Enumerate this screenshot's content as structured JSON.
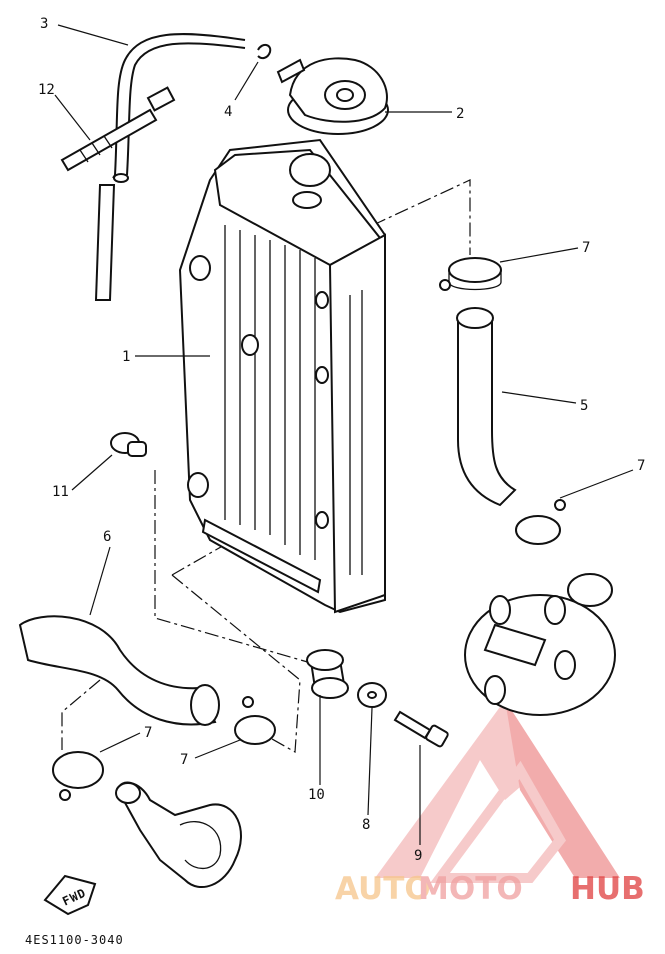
{
  "callouts": {
    "c1": "1",
    "c2": "2",
    "c3": "3",
    "c4": "4",
    "c5": "5",
    "c6": "6",
    "c7a": "7",
    "c7b": "7",
    "c7c": "7",
    "c7d": "7",
    "c8": "8",
    "c9": "9",
    "c10": "10",
    "c11": "11",
    "c12": "12"
  },
  "fwd_label": "FWD",
  "diagram_code": "4ES1100-3040",
  "watermark": {
    "part1": "AUTO",
    "part2": "MOTO",
    "part3": "HUB",
    "color1": "#f6c58a",
    "color2": "#f0a0a0",
    "color3": "#e04040"
  }
}
